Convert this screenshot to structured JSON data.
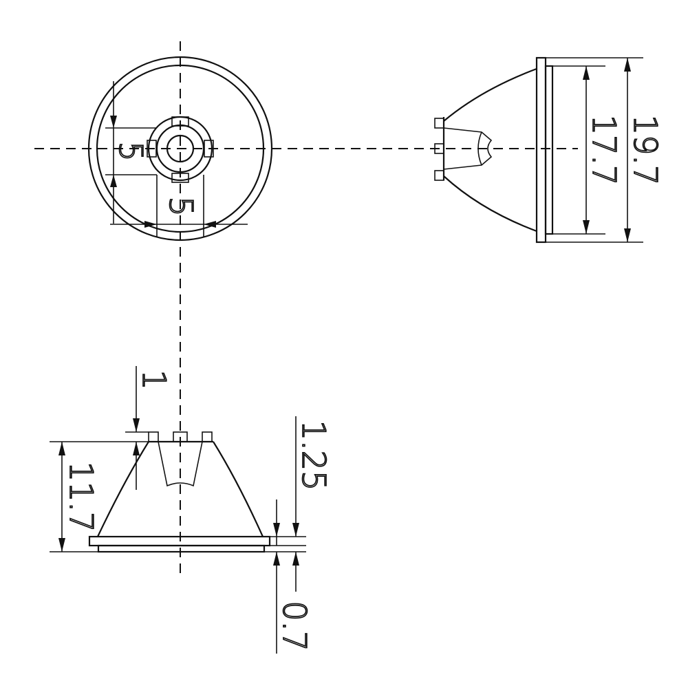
{
  "dimensions": {
    "top_view_width_a": "5",
    "top_view_width_b": "5",
    "side_view_outer_diameter": "19.7",
    "side_view_inner_diameter": "17.7",
    "front_view_height": "11.7",
    "front_view_pin_height": "1",
    "front_view_flange_thickness": "1.25",
    "front_view_base_thickness": "0.7"
  }
}
